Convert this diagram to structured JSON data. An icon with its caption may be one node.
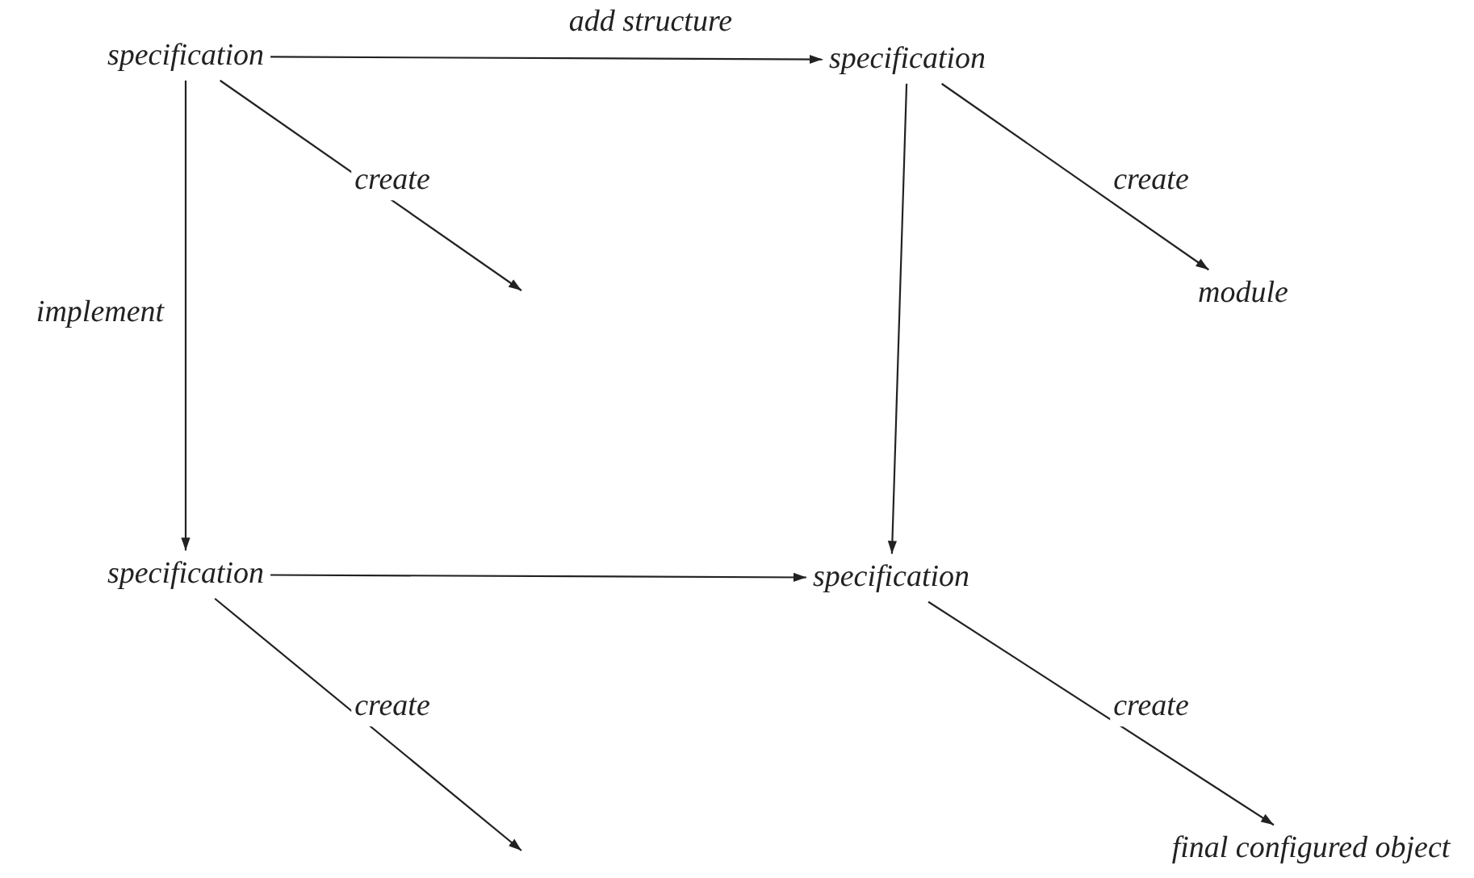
{
  "diagram": {
    "nodes": [
      {
        "text": [
          "specification"
        ]
      },
      {
        "text": [
          "specification"
        ]
      },
      {
        "text": [
          "module"
        ]
      },
      {
        "text": [
          "specification"
        ]
      },
      {
        "text": [
          "specification"
        ]
      },
      {
        "text": [
          "final configured object"
        ]
      }
    ],
    "edges": [
      {
        "from": 0,
        "to": 1,
        "arrow": "to",
        "label": "add structure"
      },
      {
        "from": 0,
        "to": null,
        "arrow": "to",
        "label": "create"
      },
      {
        "from": 1,
        "to": 2,
        "arrow": "to",
        "label": "create"
      },
      {
        "from": 0,
        "to": 3,
        "arrow": "to",
        "label": "implement"
      },
      {
        "from": 1,
        "to": 4,
        "arrow": "to"
      },
      {
        "from": 3,
        "to": 4,
        "arrow": "to"
      },
      {
        "from": 3,
        "to": null,
        "arrow": "to",
        "label": "create"
      },
      {
        "from": 4,
        "to": 5,
        "arrow": "to",
        "label": "create"
      }
    ]
  }
}
